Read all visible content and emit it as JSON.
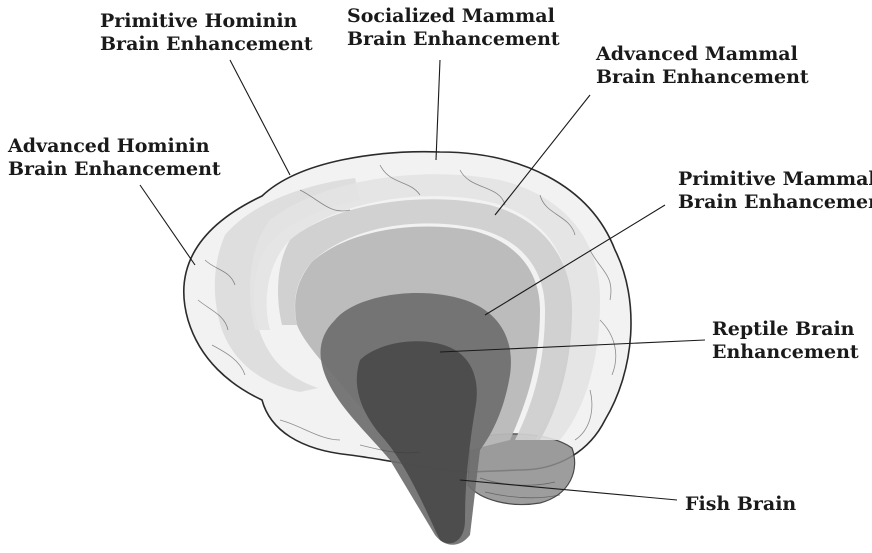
{
  "labels": {
    "primitive_hominin": [
      "Primitive Hominin",
      "Brain Enhancement"
    ],
    "socialized_mammal": [
      "Socialized Mammal",
      "Brain Enhancement"
    ],
    "advanced_mammal": [
      "Advanced Mammal",
      "Brain Enhancement"
    ],
    "advanced_hominin": [
      "Advanced Hominin",
      "Brain Enhancement"
    ],
    "primitive_mammal": [
      "Primitive Mammal",
      "Brain Enhancement"
    ],
    "reptile": [
      "Reptile Brain",
      "Enhancement"
    ],
    "fish": [
      "Fish Brain"
    ]
  },
  "colors": {
    "outline": "#2b2b2b",
    "layer_outer": "#d9d9d9",
    "layer_mid": "#c2c2c2",
    "layer_inner": "#a9a9a9",
    "reptile": "#6e6e6e",
    "fish": "#4a4a4a",
    "cerebellum": "#8d8d8d"
  }
}
